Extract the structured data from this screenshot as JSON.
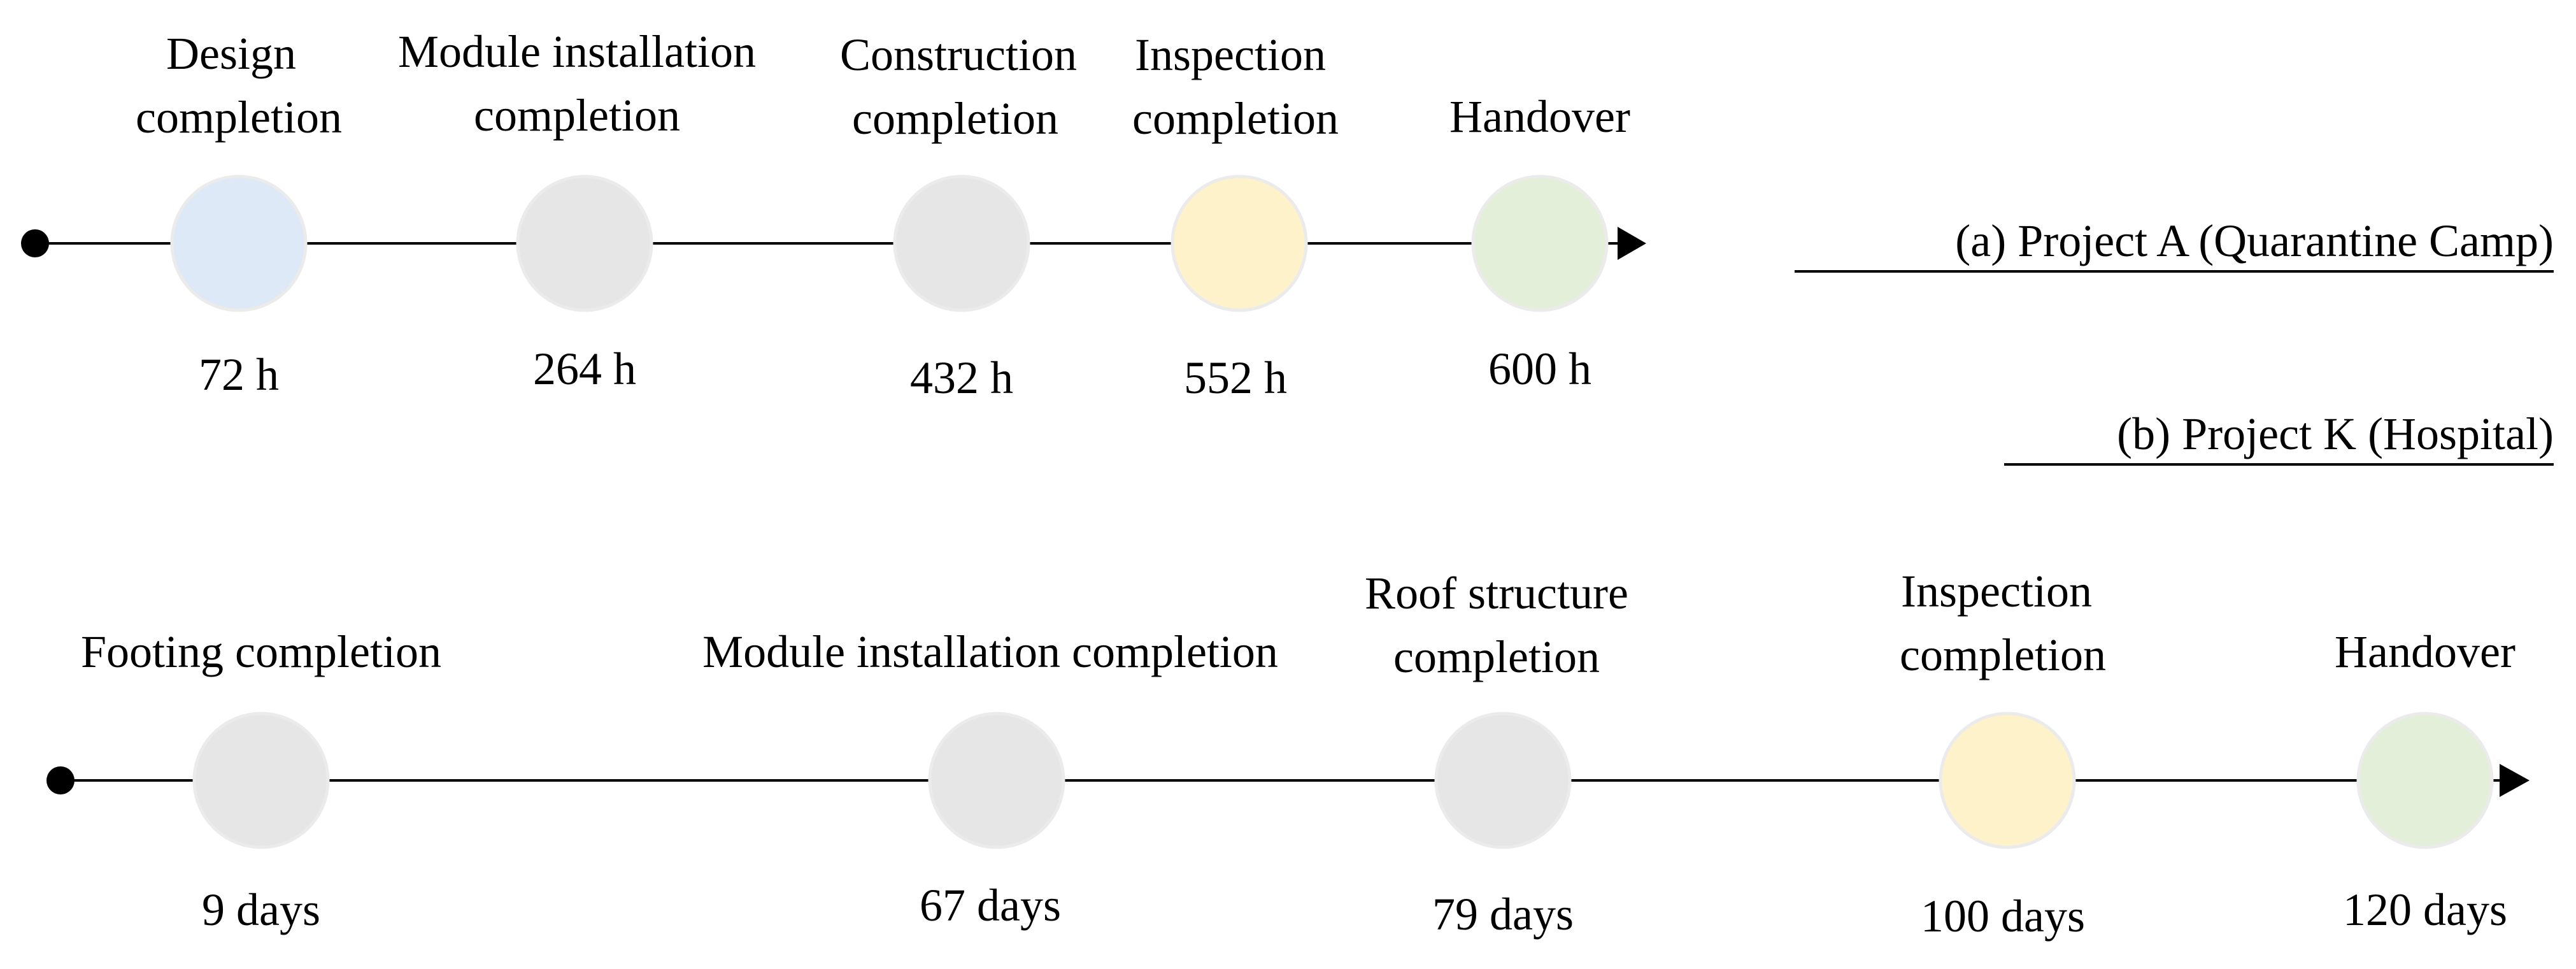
{
  "colors": {
    "blue": "#dde9f6",
    "gray": "#e6e6e6",
    "yellow": "#fef2cb",
    "green": "#e3efd8",
    "line": "#000000"
  },
  "timelines": [
    {
      "title": "(a) Project A (Quarantine Camp)",
      "milestones": [
        {
          "label": [
            "Design",
            "completion"
          ],
          "value": "72 h",
          "color": "blue"
        },
        {
          "label": [
            "Module installation",
            "completion"
          ],
          "value": "264 h",
          "color": "gray"
        },
        {
          "label": [
            "Construction",
            "completion"
          ],
          "value": "432 h",
          "color": "gray"
        },
        {
          "label": [
            "Inspection",
            "completion"
          ],
          "value": "552 h",
          "color": "yellow"
        },
        {
          "label": [
            "Handover"
          ],
          "value": "600 h",
          "color": "green"
        }
      ]
    },
    {
      "title": "(b) Project K (Hospital)",
      "milestones": [
        {
          "label": [
            "Footing completion"
          ],
          "value": "9 days",
          "color": "gray"
        },
        {
          "label": [
            "Module installation completion"
          ],
          "value": "67 days",
          "color": "gray"
        },
        {
          "label": [
            "Roof structure",
            "completion"
          ],
          "value": "79 days",
          "color": "gray"
        },
        {
          "label": [
            "Inspection",
            "completion"
          ],
          "value": "100 days",
          "color": "yellow"
        },
        {
          "label": [
            "Handover"
          ],
          "value": "120 days",
          "color": "green"
        }
      ]
    }
  ]
}
